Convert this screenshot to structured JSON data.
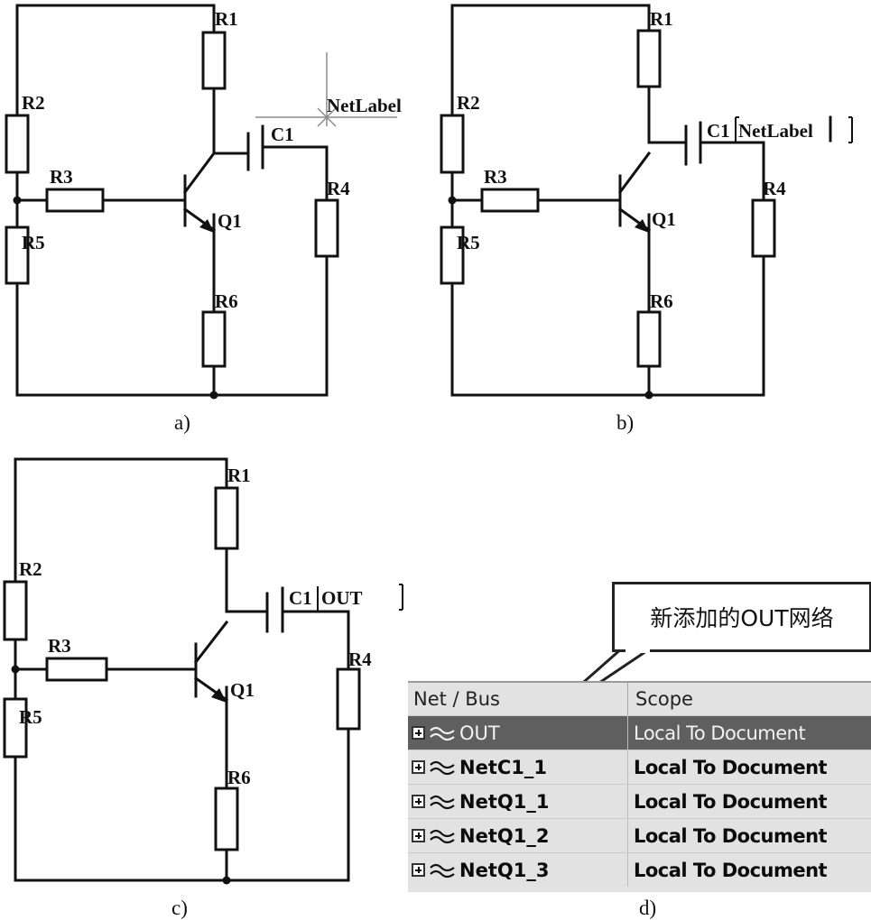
{
  "captions": {
    "a": "a)",
    "b": "b)",
    "c": "c)",
    "d": "d)"
  },
  "parts": {
    "r1": "R1",
    "r2": "R2",
    "r3": "R3",
    "r4": "R4",
    "r5": "R5",
    "r6": "R6",
    "q1": "Q1",
    "c1": "C1"
  },
  "panel_a": {
    "net_label": "NetLabel"
  },
  "panel_b": {
    "net_label": "NetLabel"
  },
  "panel_c": {
    "net_label": "OUT"
  },
  "callout": {
    "text": "新添加的OUT网络"
  },
  "net_panel": {
    "headers": {
      "net": "Net / Bus",
      "scope": "Scope"
    },
    "rows": [
      {
        "name": "OUT",
        "scope": "Local To Document",
        "selected": true
      },
      {
        "name": "NetC1_1",
        "scope": "Local To Document",
        "selected": false
      },
      {
        "name": "NetQ1_1",
        "scope": "Local To Document",
        "selected": false
      },
      {
        "name": "NetQ1_2",
        "scope": "Local To Document",
        "selected": false
      },
      {
        "name": "NetQ1_3",
        "scope": "Local To Document",
        "selected": false
      }
    ]
  },
  "icons": {
    "expand": "plus-box-icon",
    "net": "net-wave-icon"
  }
}
